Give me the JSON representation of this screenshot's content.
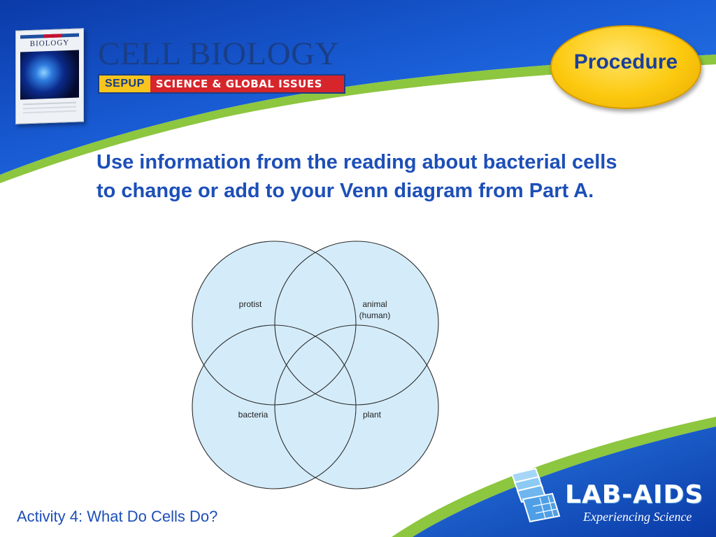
{
  "header": {
    "title": "CELL BIOLOGY",
    "sepup_label": "SEPUP",
    "series_label": "SCIENCE & GLOBAL ISSUES"
  },
  "book": {
    "cover_title": "BIOLOGY"
  },
  "badge": {
    "label": "Procedure"
  },
  "instruction": "Use information from the reading about bacterial cells to change or add to your Venn diagram from Part A.",
  "venn": {
    "labels": {
      "protist": "protist",
      "animal_line1": "animal",
      "animal_line2": "(human)",
      "bacteria": "bacteria",
      "plant": "plant"
    }
  },
  "footer": "Activity 4: What Do Cells Do?",
  "logo": {
    "name": "LAB-AIDS",
    "tagline": "Experiencing Science"
  },
  "colors": {
    "blue_dark": "#0a3fb0",
    "blue_mid": "#1e6fe0",
    "green_swoosh": "#8dc63f",
    "badge_yellow": "#fcc90f",
    "text_blue": "#1d4fb8",
    "venn_fill": "#d4ecfa"
  }
}
